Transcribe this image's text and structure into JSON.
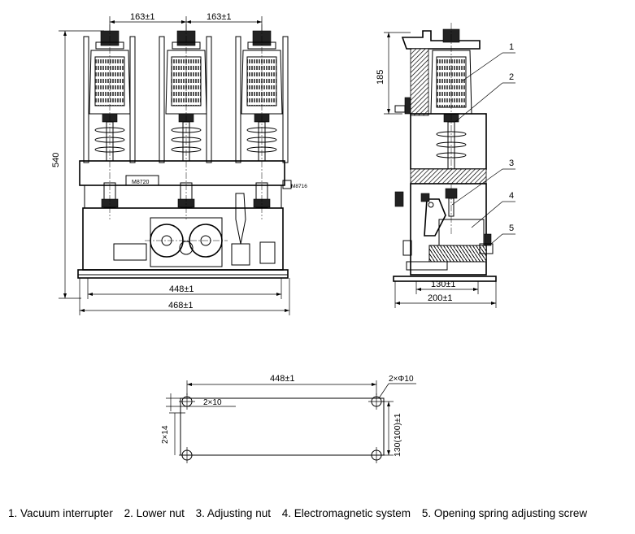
{
  "front_view": {
    "dim_top_left": "163±1",
    "dim_top_right": "163±1",
    "dim_height": "540",
    "dim_inner_width": "448±1",
    "dim_outer_width": "468±1",
    "label_m8720": "M8720",
    "label_m8716": "M8716"
  },
  "side_view": {
    "dim_185": "185",
    "dim_130": "130±1",
    "dim_200": "200±1",
    "callouts": [
      "1",
      "2",
      "3",
      "4",
      "5"
    ]
  },
  "mounting_plan": {
    "dim_width": "448±1",
    "dim_holes": "2×Φ10",
    "dim_2x10": "2×10",
    "dim_2x14": "2×14",
    "dim_height": "130(100)±1"
  },
  "legend": [
    "1. Vacuum interrupter",
    "2. Lower nut",
    "3. Adjusting nut",
    "4. Electromagnetic system",
    "5. Opening spring adjusting screw"
  ]
}
